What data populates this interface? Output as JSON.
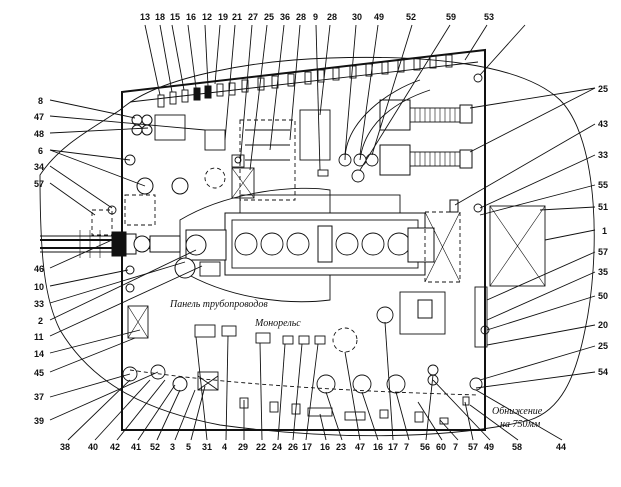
{
  "captions": {
    "pipe_panel": "Панель трубопроводов",
    "monorail": "Монорельс",
    "lowering_line1": "Обнижение",
    "lowering_line2": "на 750мм"
  },
  "labels": {
    "top": [
      "13",
      "18",
      "15",
      "16",
      "12",
      "19",
      "21",
      "27",
      "25",
      "36",
      "28",
      "9",
      "28",
      "30",
      "49",
      "52",
      "59",
      "53"
    ],
    "right": [
      "25",
      "43",
      "33",
      "55",
      "51",
      "1",
      "57",
      "35",
      "50",
      "20",
      "25",
      "54"
    ],
    "left": [
      "8",
      "47",
      "48",
      "6",
      "34",
      "57",
      "46",
      "10",
      "33",
      "2",
      "11",
      "14",
      "45",
      "37",
      "39"
    ],
    "bottom": [
      "38",
      "40",
      "42",
      "41",
      "52",
      "3",
      "5",
      "31",
      "4",
      "29",
      "22",
      "24",
      "26",
      "17",
      "16",
      "23",
      "47",
      "16",
      "17",
      "7",
      "56",
      "60",
      "7",
      "57",
      "49",
      "58",
      "44"
    ]
  }
}
